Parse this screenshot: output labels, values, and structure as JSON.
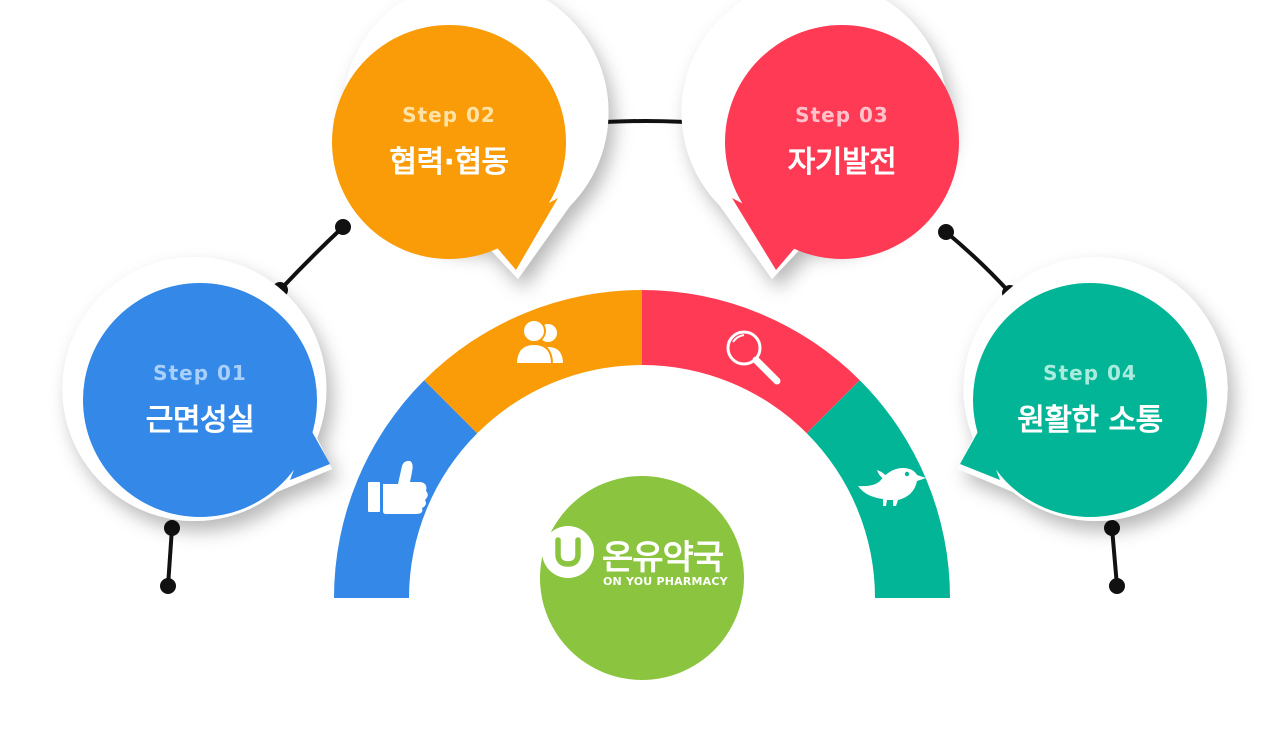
{
  "steps": [
    {
      "label": "Step 01",
      "title": "근면성실",
      "color": "#3488e8",
      "label_color": "#a9d0fb",
      "icon": "thumbs-up-icon"
    },
    {
      "label": "Step 02",
      "title": "협력·협동",
      "color": "#f99c08",
      "label_color": "#ffe2a6",
      "icon": "users-icon"
    },
    {
      "label": "Step 03",
      "title": "자기발전",
      "color": "#fe3a54",
      "label_color": "#ffc2cb",
      "icon": "magnifier-icon"
    },
    {
      "label": "Step 04",
      "title": "원활한 소통",
      "color": "#03b597",
      "label_color": "#a9ecde",
      "icon": "bird-icon"
    }
  ],
  "logo": {
    "name": "온유약국",
    "subtitle": "ON YOU PHARMACY",
    "color": "#8bc43f",
    "icon": "u-logo-icon"
  }
}
